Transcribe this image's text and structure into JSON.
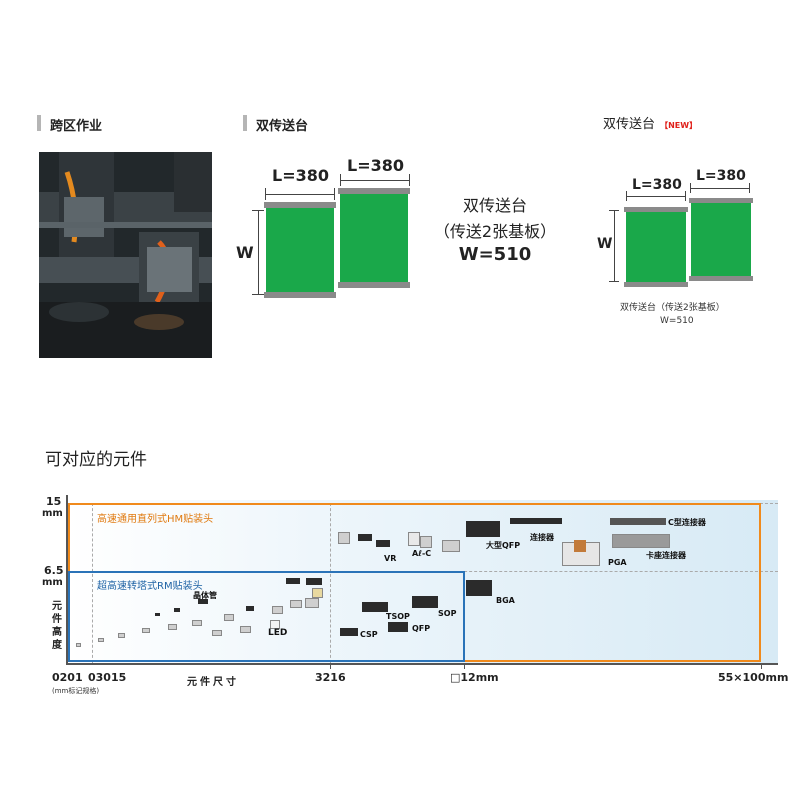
{
  "sections": {
    "cross_area": {
      "title": "跨区作业"
    },
    "dual_conveyor": {
      "title": "双传送台",
      "length_left": "L=380",
      "length_right": "L=380",
      "width_label": "W",
      "caption_line1": "双传送台",
      "caption_line2": "（传送2张基板）",
      "caption_line3": "W=510"
    },
    "dual_conveyor_new": {
      "title": "双传送台",
      "new_badge": "【NEW】",
      "length_left": "L=380",
      "length_right": "L=380",
      "width_label": "W",
      "caption_line1": "双传送台（传送2张基板）",
      "caption_line2": "W=510"
    }
  },
  "components": {
    "heading": "可对应的元件",
    "y_axis": {
      "label": "元件高度",
      "tick_15": "15",
      "tick_15_unit": "mm",
      "tick_65": "6.5",
      "tick_65_unit": "mm"
    },
    "x_axis": {
      "label": "元件尺寸",
      "tick_0201": "0201",
      "tick_0201_note": "(mm标记规格)",
      "tick_03015": "03015",
      "tick_3216": "3216",
      "tick_12mm": "□12mm",
      "tick_55x100": "55×100mm"
    },
    "hm_head": {
      "label": "高速通用直列式HM贴装头",
      "color": "#f08a1c"
    },
    "rm_head": {
      "label": "超高速转塔式RM贴装头",
      "color": "#2a73b8"
    },
    "parts": {
      "crystal": "晶体管",
      "led": "LED",
      "csp": "CSP",
      "tsop": "TSOP",
      "qfp": "QFP",
      "sop": "SOP",
      "vr": "VR",
      "al_c": "Aℓ-C",
      "large_qfp": "大型QFP",
      "connector": "连接器",
      "bga": "BGA",
      "pga": "PGA",
      "c_connector": "C型连接器",
      "card_connector": "卡座连接器"
    }
  }
}
